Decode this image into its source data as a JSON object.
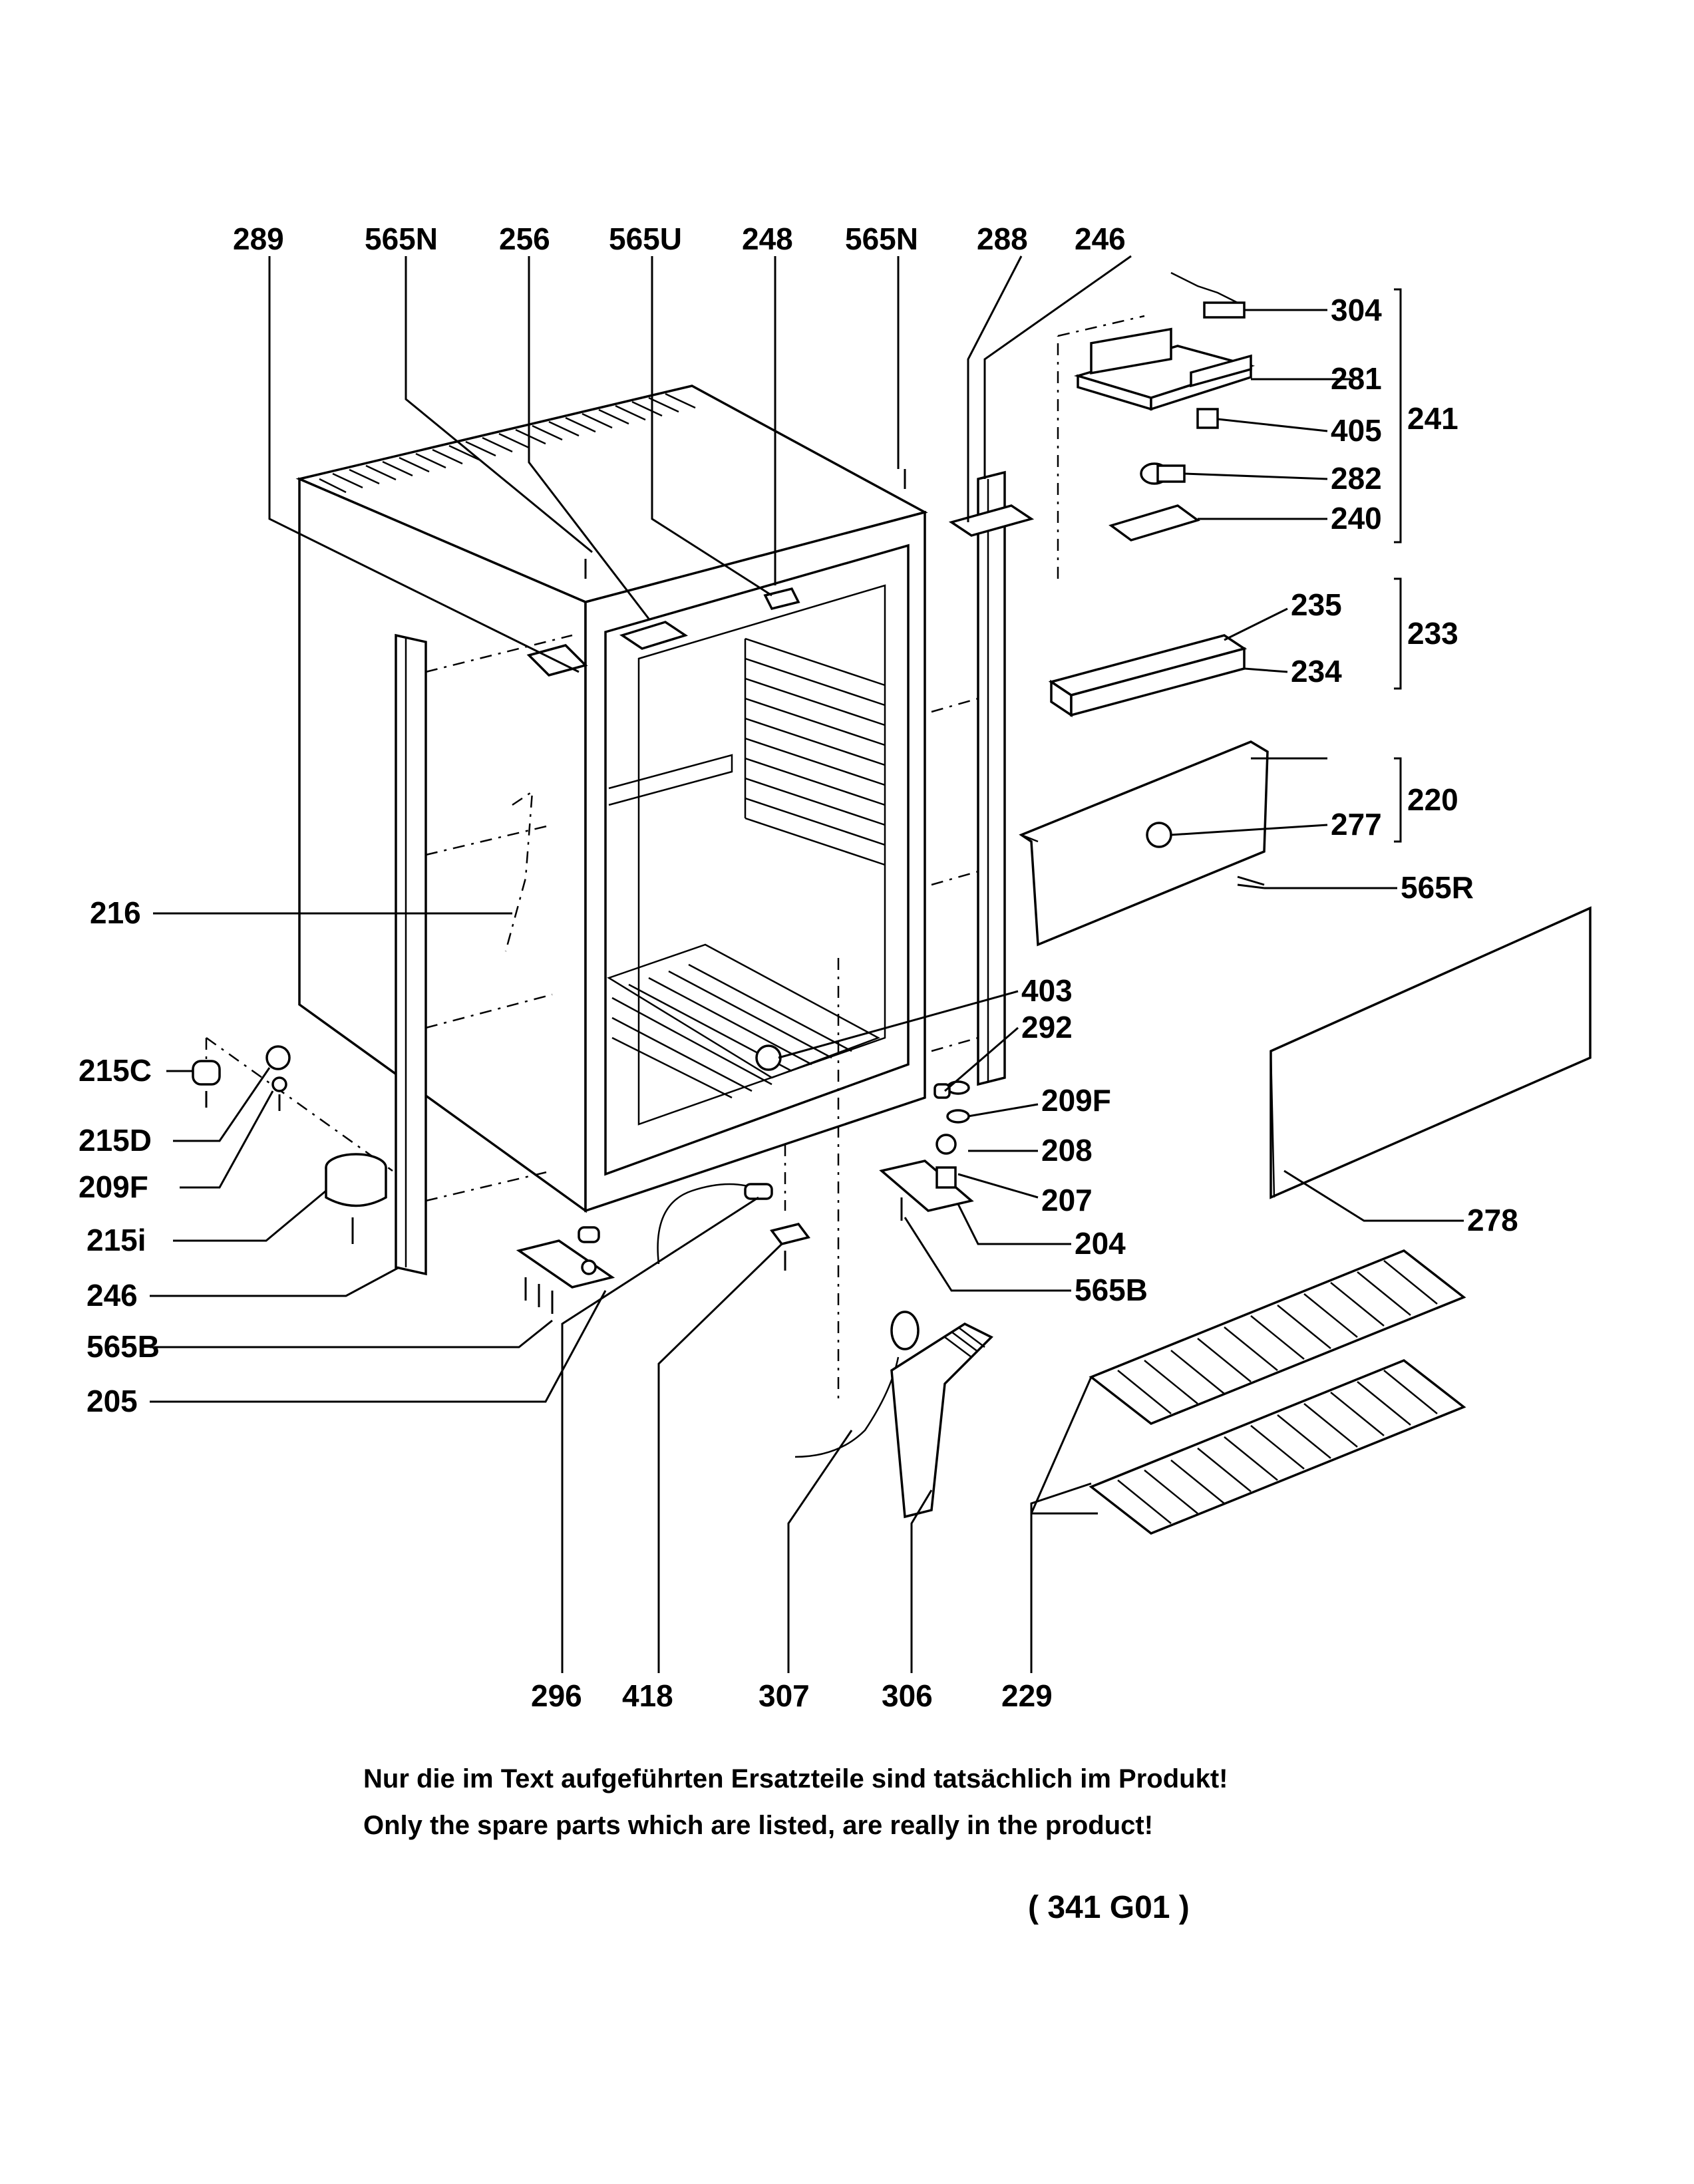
{
  "diagram": {
    "top_labels": [
      "289",
      "565N",
      "256",
      "565U",
      "248",
      "565N",
      "288",
      "246"
    ],
    "right_labels": [
      "304",
      "281",
      "405",
      "241",
      "282",
      "240",
      "235",
      "234",
      "233",
      "220",
      "277",
      "565R",
      "403",
      "292",
      "209F",
      "208",
      "207",
      "204",
      "565B",
      "278"
    ],
    "left_labels": [
      "216",
      "215C",
      "215D",
      "209F",
      "215i",
      "246",
      "565B",
      "205"
    ],
    "bottom_labels": [
      "296",
      "418",
      "307",
      "306",
      "229"
    ]
  },
  "footer": {
    "note_de": "Nur die im Text aufgeführten Ersatzteile sind tatsächlich im Produkt!",
    "note_en": "Only the spare parts which are listed, are really in the product!",
    "drawing_code": "( 341  G01 )"
  }
}
